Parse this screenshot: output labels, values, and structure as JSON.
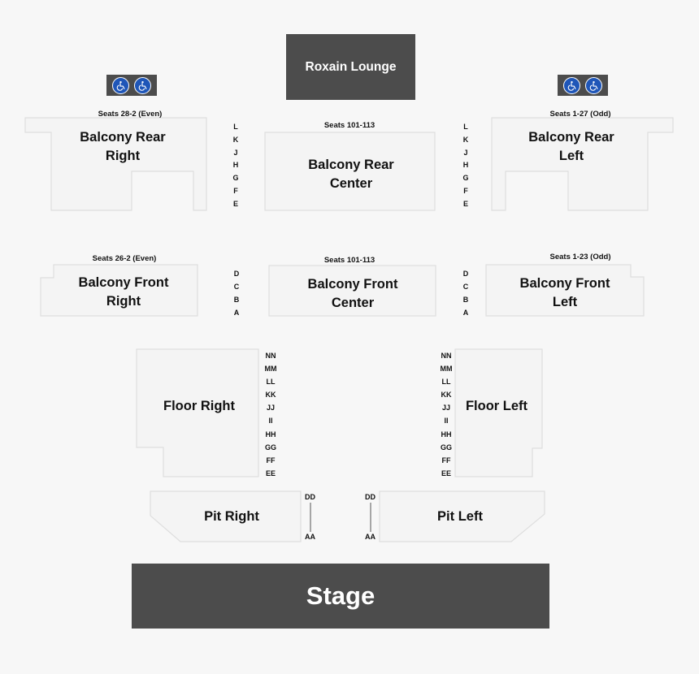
{
  "lounge": "Roxain Lounge",
  "stage": "Stage",
  "sections": {
    "balcony_rear_right": "Balcony Rear\nRight",
    "balcony_rear_center": "Balcony Rear\nCenter",
    "balcony_rear_left": "Balcony Rear\nLeft",
    "balcony_front_right": "Balcony Front\nRight",
    "balcony_front_center": "Balcony Front\nCenter",
    "balcony_front_left": "Balcony Front\nLeft",
    "floor_right": "Floor Right",
    "floor_left": "Floor Left",
    "pit_right": "Pit Right",
    "pit_left": "Pit Left"
  },
  "seat_notes": {
    "rear_right": "Seats 28-2 (Even)",
    "rear_center": "Seats 101-113",
    "rear_left": "Seats 1-27 (Odd)",
    "front_right": "Seats 26-2 (Even)",
    "front_center": "Seats 101-113",
    "front_left": "Seats 1-23 (Odd)"
  },
  "rows": {
    "balcony_rear": [
      "L",
      "K",
      "J",
      "H",
      "G",
      "F",
      "E"
    ],
    "balcony_front": [
      "D",
      "C",
      "B",
      "A"
    ],
    "floor": [
      "NN",
      "MM",
      "LL",
      "KK",
      "JJ",
      "II",
      "HH",
      "GG",
      "FF",
      "EE"
    ],
    "pit_top": "DD",
    "pit_bottom": "AA"
  },
  "icons": {
    "accessible": "wheelchair-icon",
    "accessible_color": "#1f56b8",
    "block_color": "#4c4c4c"
  }
}
